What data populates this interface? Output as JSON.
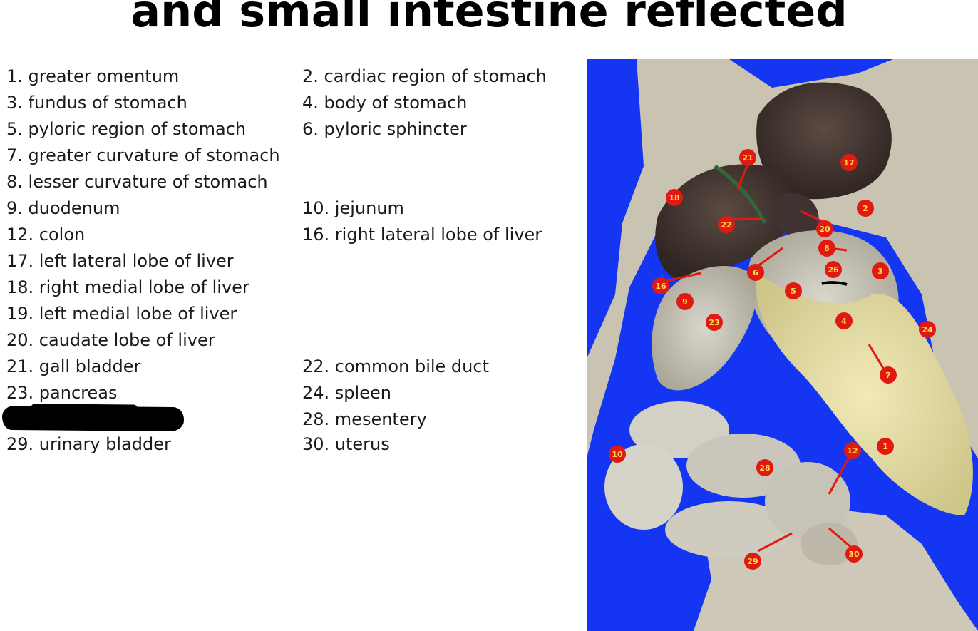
{
  "title": "and small intestine reflected",
  "legend_left": [
    "1. greater omentum",
    "3. fundus of stomach",
    "5. pyloric region of stomach",
    "7. greater curvature of stomach",
    "8. lesser curvature of stomach",
    "9. duodenum",
    "12. colon",
    "17. left lateral lobe of liver",
    "18. right medial lobe of liver",
    "19. left medial lobe of liver",
    "20. caudate lobe of liver",
    "21. gall bladder",
    "23. pancreas",
    "29. urinary bladder"
  ],
  "legend_right": [
    "2. cardiac region of stomach",
    "4. body of stomach",
    "6. pyloric sphincter",
    "10. jejunum",
    "16. right lateral lobe of liver",
    "22. common bile duct",
    "24. spleen",
    "28. mesentery",
    "30. uterus"
  ],
  "photo": {
    "background_color": "#1436f2",
    "marker_color": "#e01a12",
    "marker_text_color": "#ffd84a",
    "markers": [
      "21",
      "17",
      "18",
      "2",
      "22",
      "20",
      "8",
      "26",
      "3",
      "6",
      "16",
      "5",
      "9",
      "23",
      "4",
      "24",
      "7",
      "10",
      "12",
      "1",
      "28",
      "29",
      "30"
    ]
  }
}
